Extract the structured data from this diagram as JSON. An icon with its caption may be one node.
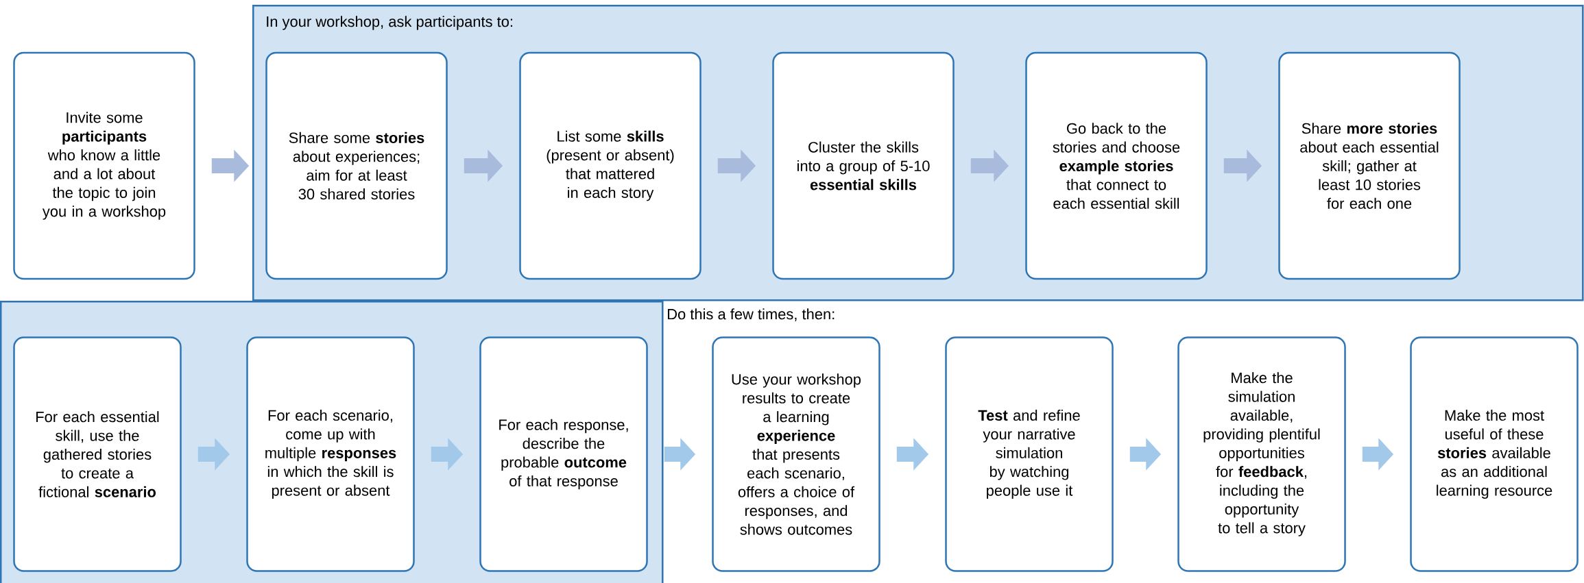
{
  "diagram": {
    "nodes": [
      {
        "text": [
          "In your workshop, ask participants to:"
        ]
      },
      {
        "text": [
          "Invite some **participants** who know a little and a lot about the topic to join you in a workshop"
        ]
      },
      {
        "text": [
          "Share some **stories** about experiences; aim for at least 30 shared stories"
        ],
        "in": 0
      },
      {
        "text": [
          "List some **skills** (present or absent) that mattered in each story"
        ],
        "in": 0
      },
      {
        "text": [
          "Cluster the skills into a group of 5-10 **essential skills**"
        ],
        "in": 0
      },
      {
        "text": [
          "Go back to the stories and choose **example stories** that connect to each essential skill"
        ],
        "in": 0
      },
      {
        "text": [
          "Share **more stories** about each essential skill; gather at least 10 stories for each one"
        ],
        "in": 0
      },
      {
        "text": [],
        "shape": "box"
      },
      {
        "text": [
          "For each essential skill, use the gathered stories to create a fictional **scenario**"
        ],
        "in": 7
      },
      {
        "text": [
          "For each scenario, come up with multiple **responses** in which the skill is present or absent"
        ],
        "in": 7
      },
      {
        "text": [
          "For each response, describe the probable **outcome** of that response"
        ],
        "in": 7
      },
      {
        "text": [
          "Use your workshop results to create a learning **experience** that presents each scenario, offers a choice of responses, and shows outcomes"
        ]
      },
      {
        "text": [
          "**Test** and refine your narrative simulation by watching people use it"
        ]
      },
      {
        "text": [
          "Make the simulation available, providing plentiful opportunities for **feedback**, including the opportunity to tell a story"
        ]
      },
      {
        "text": [
          "Make the most useful of these **stories** available as an additional learning resource"
        ]
      }
    ],
    "edges": [
      {
        "from": 1,
        "to": 2,
        "arrow": "to",
        "color": "#a9bbdd"
      },
      {
        "from": 2,
        "to": 3,
        "arrow": "to",
        "color": "#a9bbdd"
      },
      {
        "from": 3,
        "to": 4,
        "arrow": "to",
        "color": "#a9bbdd"
      },
      {
        "from": 4,
        "to": 5,
        "arrow": "to",
        "color": "#a9bbdd"
      },
      {
        "from": 5,
        "to": 6,
        "arrow": "to",
        "color": "#a9bbdd"
      },
      {
        "from": 8,
        "to": 9,
        "arrow": "to"
      },
      {
        "from": 9,
        "to": 10,
        "arrow": "to"
      },
      {
        "from": 10,
        "to": 11,
        "arrow": "to"
      },
      {
        "from": 11,
        "to": 12,
        "arrow": "to"
      },
      {
        "from": 12,
        "to": 13,
        "arrow": "to"
      },
      {
        "from": 13,
        "to": 14,
        "arrow": "to"
      }
    ],
    "labels": [
      "Do this a few times, then:"
    ]
  }
}
